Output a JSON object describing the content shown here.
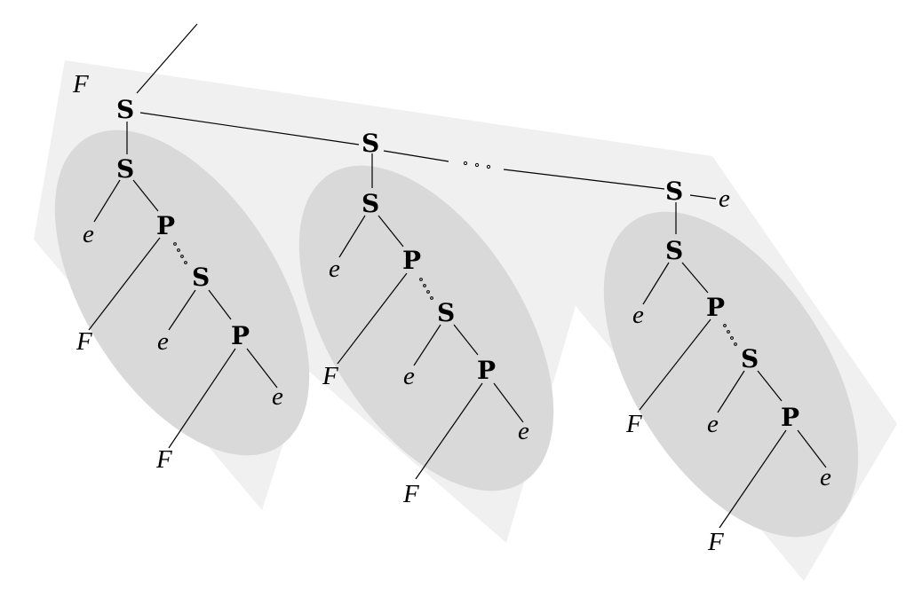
{
  "colors": {
    "plane": "#f0f0f0",
    "ellipse": "#d9d9d9",
    "line": "#000000",
    "text": "#000000"
  },
  "labels": {
    "plane": "F",
    "s": "S",
    "p": "P",
    "e": "e",
    "f": "F"
  }
}
